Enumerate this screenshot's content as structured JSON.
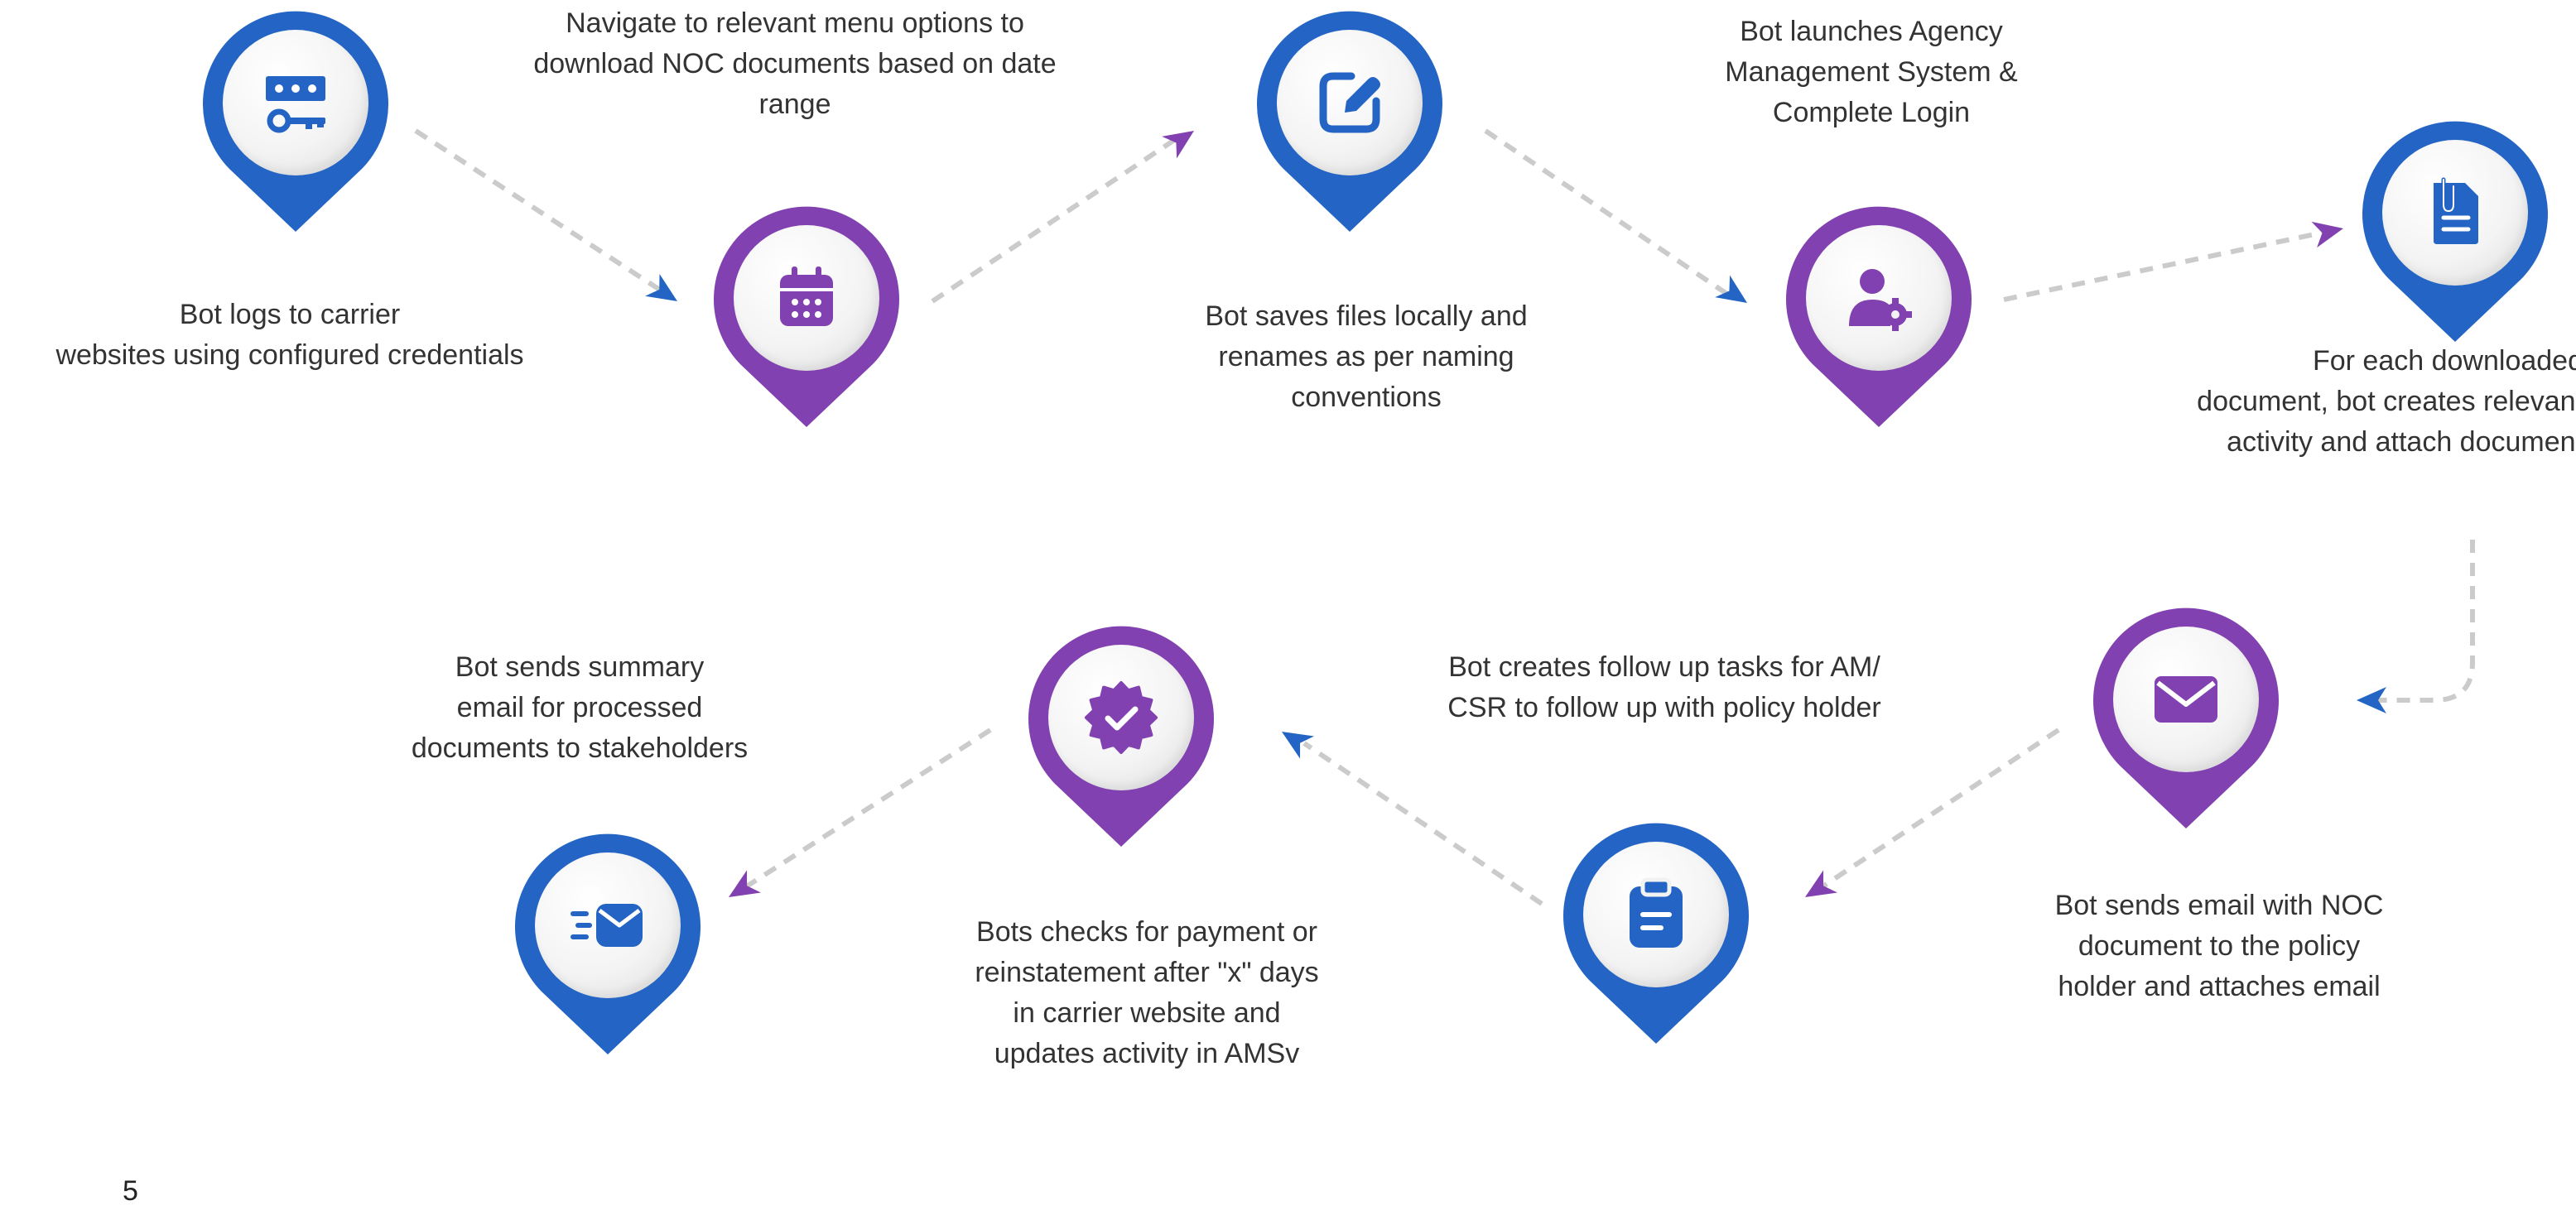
{
  "colors": {
    "blue": "#2364C4",
    "purple": "#8141B0",
    "connector": "#CBCBCB"
  },
  "steps": [
    {
      "id": "carrier-login",
      "color": "blue",
      "icon": "credentials-key-icon",
      "text": "Bot logs to carrier\nwebsites using configured credentials"
    },
    {
      "id": "navigate-download",
      "color": "purple",
      "icon": "calendar-icon",
      "text": "Navigate to relevant menu options to\ndownload NOC documents based on date\nrange"
    },
    {
      "id": "save-rename",
      "color": "blue",
      "icon": "edit-icon",
      "text": "Bot saves files locally and\nrenames as per naming\nconventions"
    },
    {
      "id": "ams-login",
      "color": "purple",
      "icon": "user-settings-icon",
      "text": "Bot launches Agency\nManagement System &\nComplete Login"
    },
    {
      "id": "create-activity",
      "color": "blue",
      "icon": "attached-document-icon",
      "text": "For each downloaded\ndocument, bot creates relevant\nactivity and attach document"
    },
    {
      "id": "email-noc",
      "color": "purple",
      "icon": "envelope-icon",
      "text": "Bot sends email with NOC\ndocument to the policy\nholder and attaches email"
    },
    {
      "id": "follow-up-tasks",
      "color": "blue",
      "icon": "clipboard-icon",
      "text": "Bot creates follow up tasks for AM/\nCSR to follow up with policy holder"
    },
    {
      "id": "payment-check",
      "color": "purple",
      "icon": "verified-badge-icon",
      "text": "Bots checks for payment or\nreinstatement after \"x\" days\nin carrier website and\nupdates activity in AMSv"
    },
    {
      "id": "summary-email",
      "color": "blue",
      "icon": "fast-mail-icon",
      "text": "Bot sends summary\nemail for processed\ndocuments to stakeholders"
    }
  ],
  "page_number": "5"
}
